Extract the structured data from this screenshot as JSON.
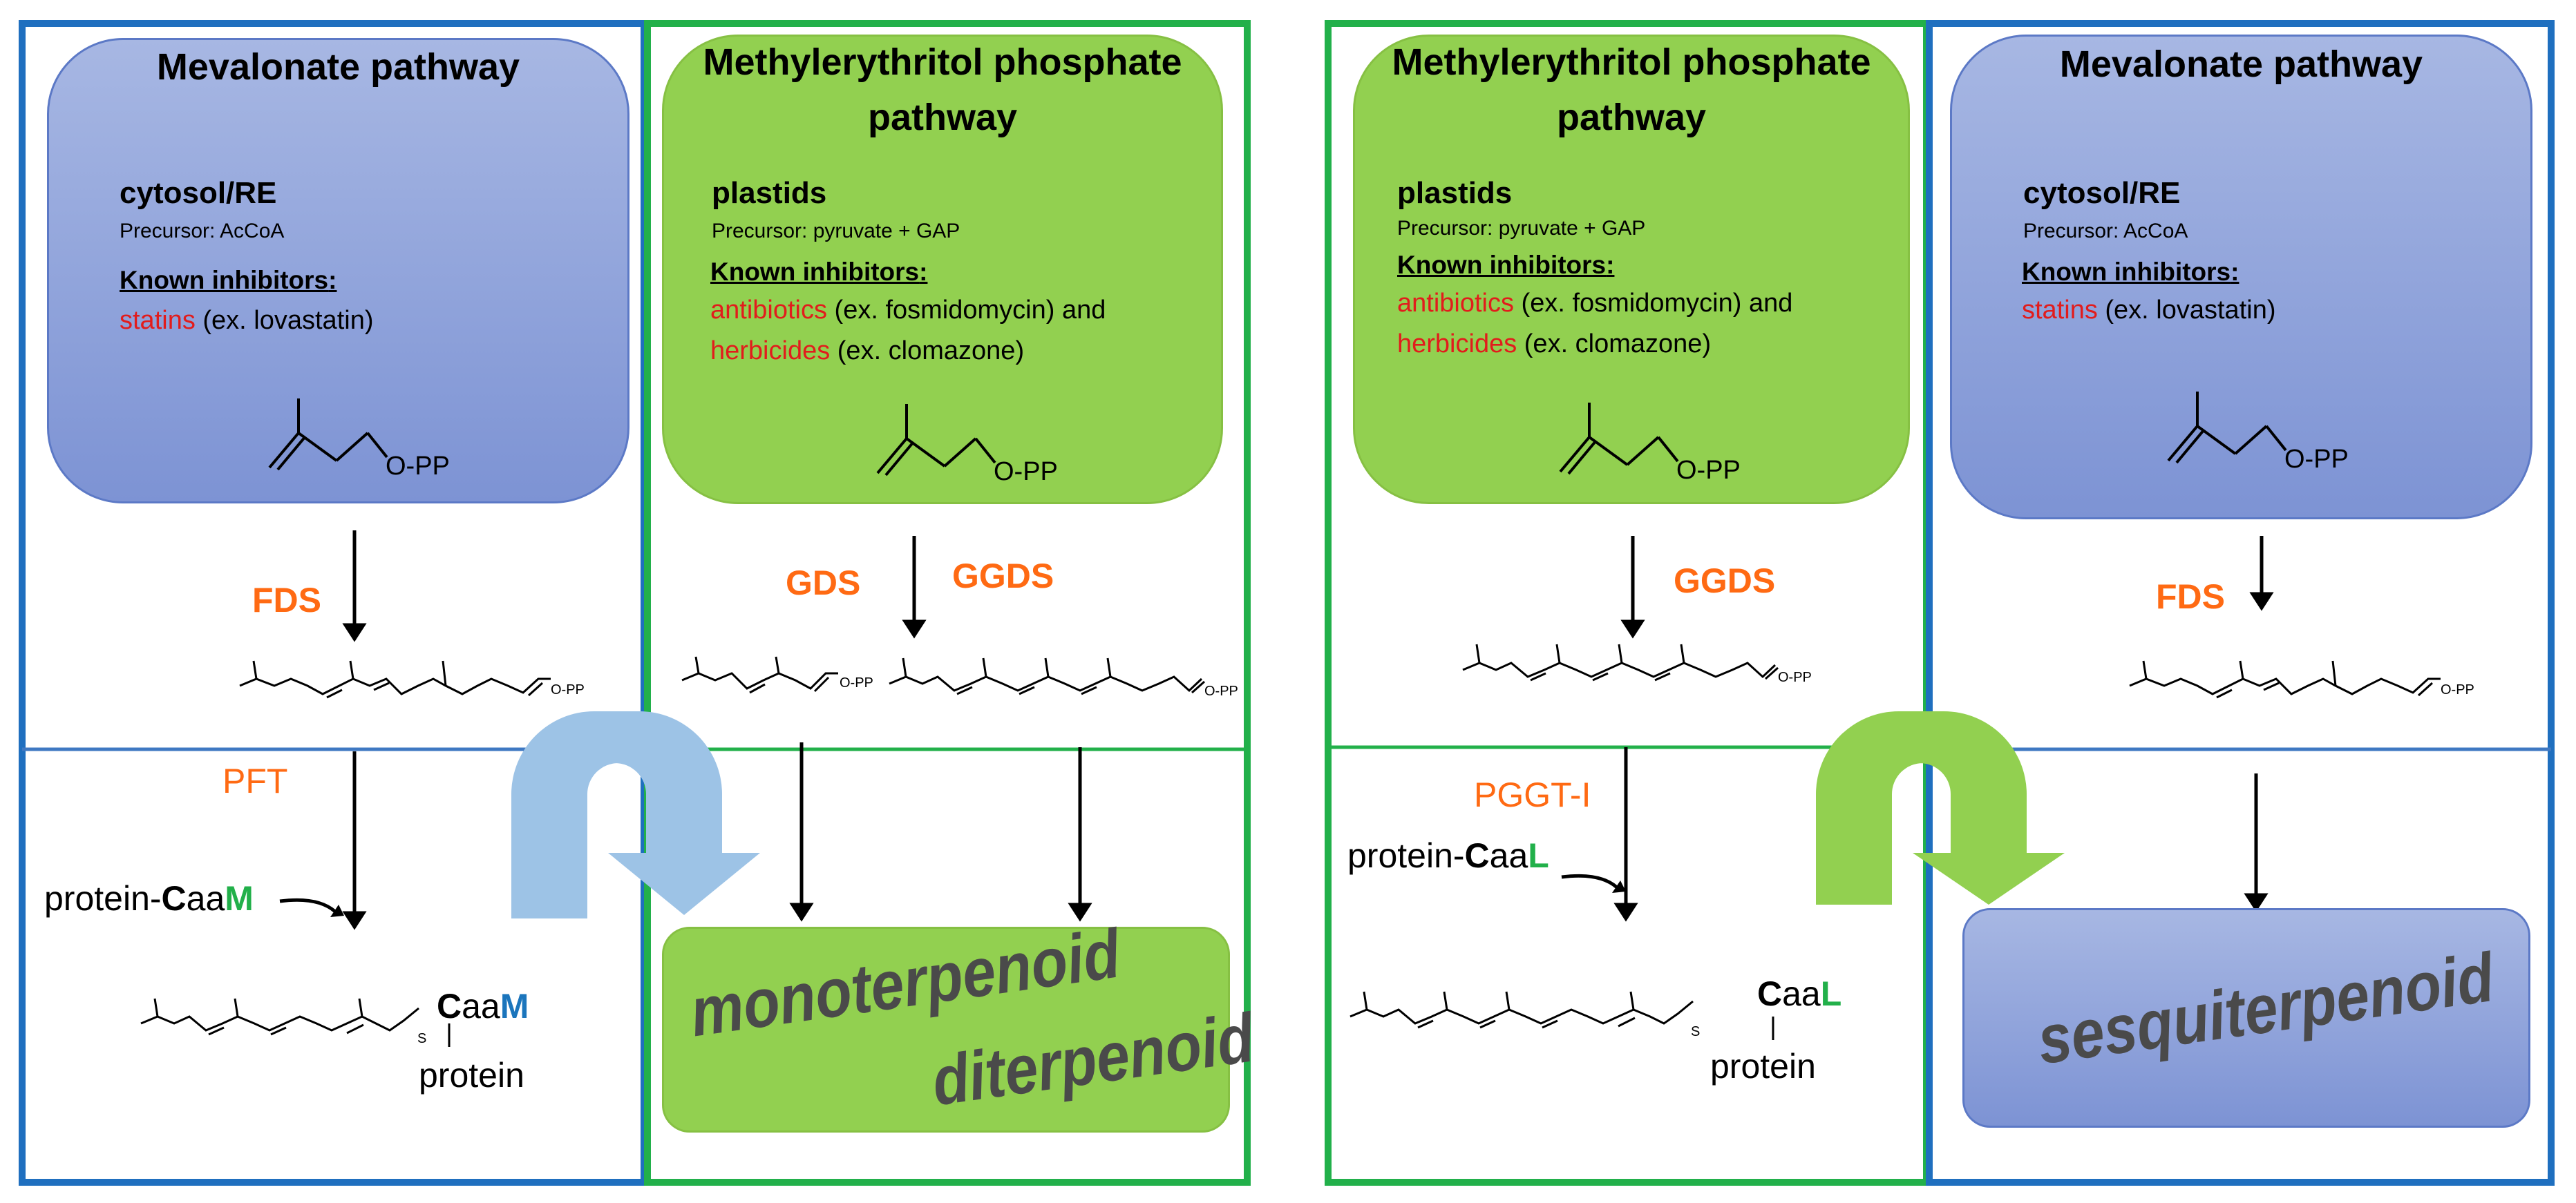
{
  "left_panel": {
    "mva": {
      "title": "Mevalonate pathway",
      "location": "cytosol/RE",
      "precursor": "Precursor: AcCoA",
      "known_inhibitors": "Known inhibitors",
      "inhibitor_red": "statins",
      "inhibitor_rest": " (ex. lovastatin)",
      "ipp_label": "O-PP"
    },
    "mep": {
      "title_line1": "Methylerythritol phosphate",
      "title_line2": "pathway",
      "location": "plastids",
      "precursor": "Precursor: pyruvate  + GAP",
      "known_inhibitors": "Known inhibitors",
      "inhibitor1_red": "antibiotics",
      "inhibitor1_rest": " (ex. fosmidomycin) and",
      "inhibitor2_red": "herbicides",
      "inhibitor2_rest": " (ex. clomazone)",
      "ipp_label": "O-PP"
    },
    "enzymes": {
      "fds": "FDS",
      "gds": "GDS",
      "ggds": "GGDS",
      "pft": "PFT"
    },
    "structures": {
      "fpp_label": "O-PP",
      "gpp_label": "O-PP",
      "ggpp_label": "O-PP",
      "s_label": "S"
    },
    "protein_caam": {
      "prefix": "protein-",
      "c": "C",
      "aa": "aa",
      "m": "M"
    },
    "prenylated": {
      "c": "C",
      "aa": "aa",
      "m": "M",
      "protein": "protein"
    },
    "products": {
      "mono": "monoterpenoid",
      "di": "diterpenoid"
    }
  },
  "right_panel": {
    "mep": {
      "title_line1": "Methylerythritol phosphate",
      "title_line2": "pathway",
      "location": "plastids",
      "precursor": "Precursor: pyruvate  + GAP",
      "known_inhibitors": "Known inhibitors",
      "inhibitor1_red": "antibiotics",
      "inhibitor1_rest": " (ex. fosmidomycin) and",
      "inhibitor2_red": "herbicides",
      "inhibitor2_rest": " (ex. clomazone)",
      "ipp_label": "O-PP"
    },
    "mva": {
      "title": "Mevalonate pathway",
      "location": "cytosol/RE",
      "precursor": "Precursor: AcCoA",
      "known_inhibitors": "Known inhibitors",
      "inhibitor_red": "statins",
      "inhibitor_rest": " (ex. lovastatin)",
      "ipp_label": "O-PP"
    },
    "enzymes": {
      "ggds": "GGDS",
      "fds": "FDS",
      "pggt": "PGGT-I"
    },
    "structures": {
      "ggpp_label": "O-PP",
      "fpp_label": "O-PP",
      "s_label": "S"
    },
    "protein_caal": {
      "prefix": "protein-",
      "c": "C",
      "aa": "aa",
      "l": "L"
    },
    "prenylated": {
      "c": "C",
      "aa": "aa",
      "l": "L",
      "protein": "protein"
    },
    "products": {
      "sesqui": "sesquiterpenoid"
    }
  },
  "colors": {
    "blue_border": "#1f6fbf",
    "green_border": "#22b04a",
    "enzyme_orange": "#ff6a13",
    "inhibitor_red": "#e21c1c",
    "caam_m_blue": "#1b75bc",
    "caal_l_green": "#22b04a"
  }
}
